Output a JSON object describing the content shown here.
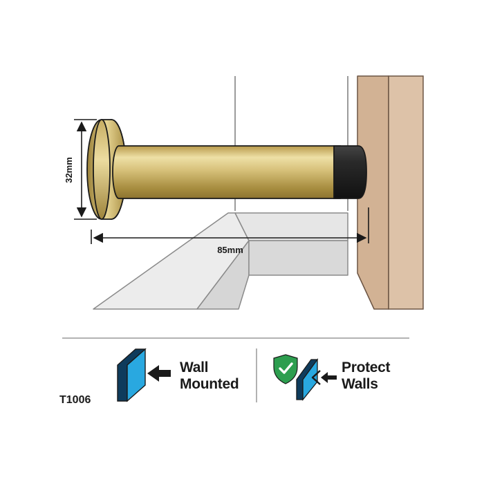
{
  "dimensions": {
    "height": "32mm",
    "length": "85mm"
  },
  "features": [
    {
      "icon": "wall-mounted-icon",
      "line1": "Wall",
      "line2": "Mounted"
    },
    {
      "icon": "protect-walls-icon",
      "line1": "Protect",
      "line2": "Walls"
    }
  ],
  "product_code": "T1006",
  "colors": {
    "brass_light": "#eee0a6",
    "brass_mid": "#c4a85a",
    "brass_dark": "#8d7431",
    "wall_wood": "#dcbfa5",
    "floor_grey": "#e2e2e2",
    "rubber_tip": "#2a2a2a",
    "icon_blue": "#29a8e0",
    "icon_green": "#2d9e4f"
  }
}
